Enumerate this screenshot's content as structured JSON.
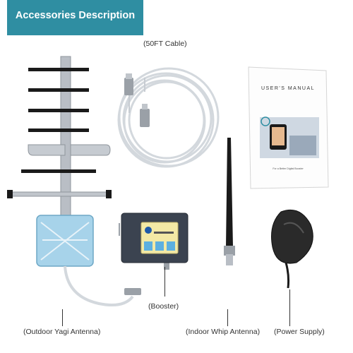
{
  "header": {
    "title": "Accessories Description"
  },
  "labels": {
    "cable": "(50FT Cable)",
    "booster": "(Booster)",
    "yagi": "(Outdoor Yagi Antenna)",
    "whip": "(Indoor Whip Antenna)",
    "power": "(Power Supply)"
  },
  "manual": {
    "title": "USER'S MANUAL",
    "footer": "For a Better Digital Booster"
  },
  "colors": {
    "banner": "#2f8ea2",
    "booster_body": "#333a45",
    "antenna_rods": "#b9bec5",
    "yagi_elements": "#1a1a1a"
  }
}
